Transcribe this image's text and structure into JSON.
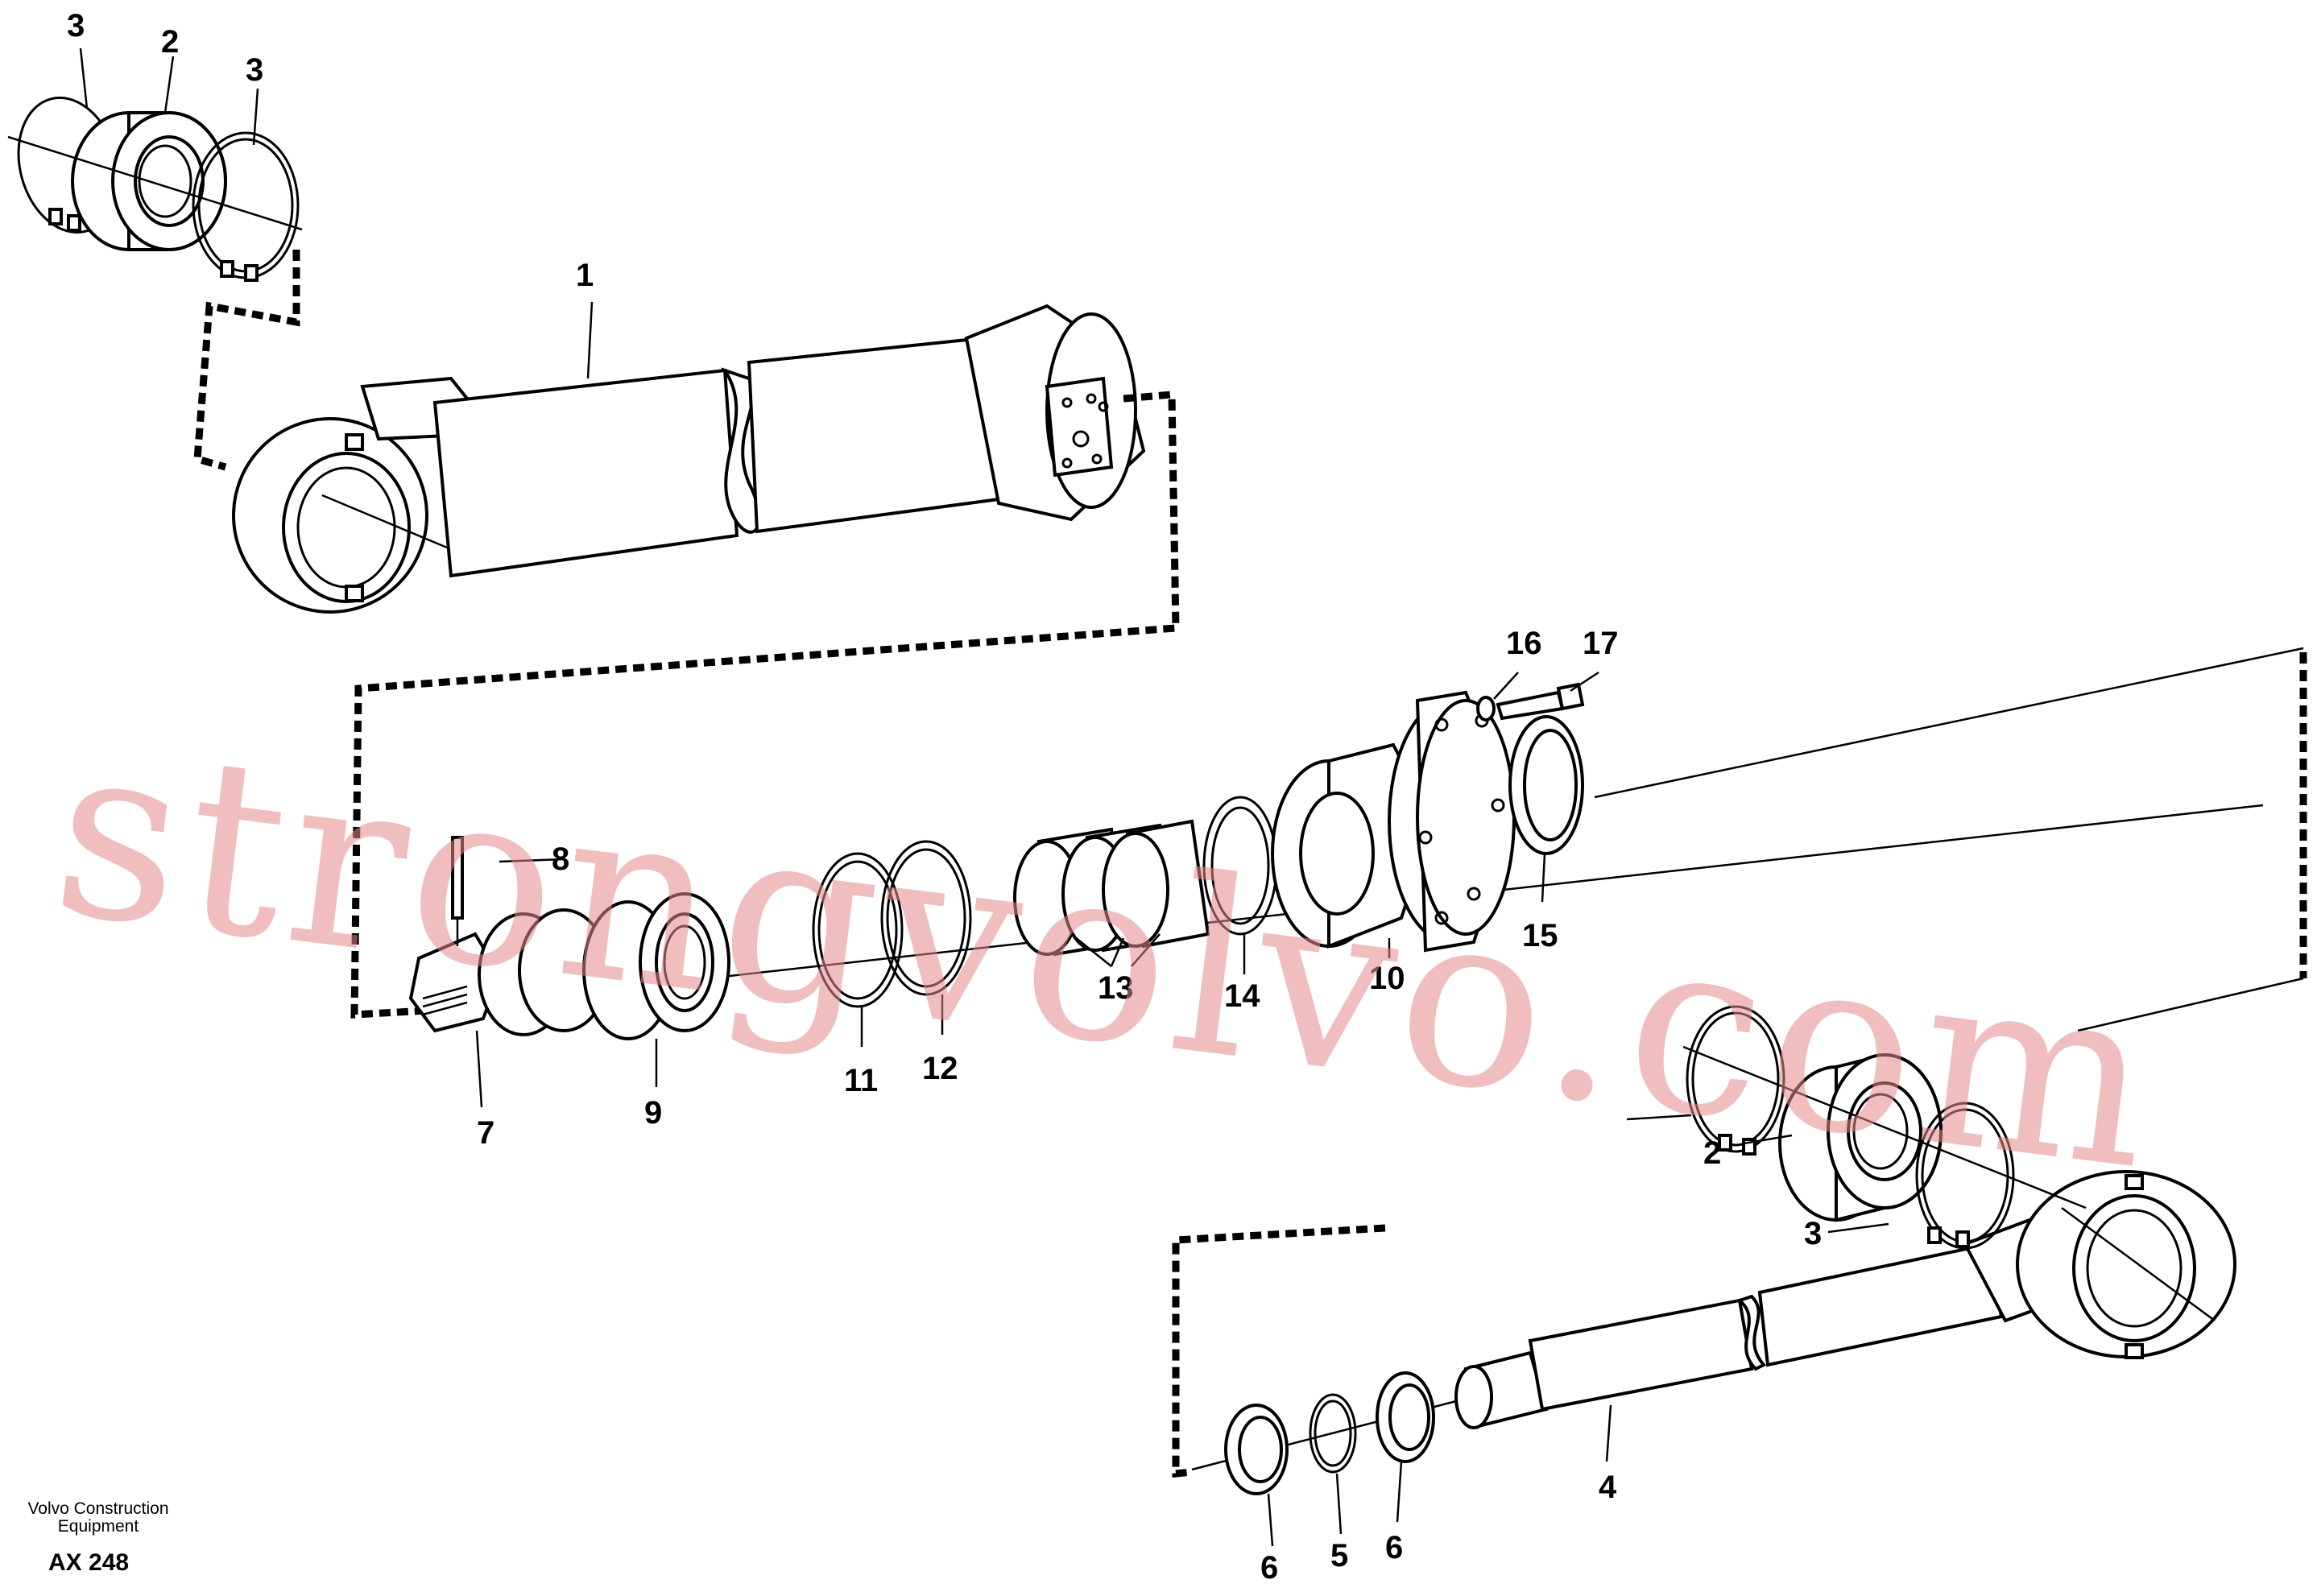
{
  "diagram": {
    "callouts": {
      "c1": "1",
      "c2_top": "2",
      "c3_top_left": "3",
      "c3_top_right": "3",
      "c4": "4",
      "c5": "5",
      "c6_left": "6",
      "c6_right": "6",
      "c7": "7",
      "c8": "8",
      "c9": "9",
      "c10": "10",
      "c11": "11",
      "c12": "12",
      "c13": "13",
      "c14": "14",
      "c15": "15",
      "c16": "16",
      "c17": "17",
      "c2_right": "2",
      "c3_right": "3"
    }
  },
  "footer": {
    "company_line1": "Volvo Construction",
    "company_line2": "Equipment",
    "code": "AX 248"
  },
  "watermark": {
    "text": "strongvolvo.com"
  }
}
